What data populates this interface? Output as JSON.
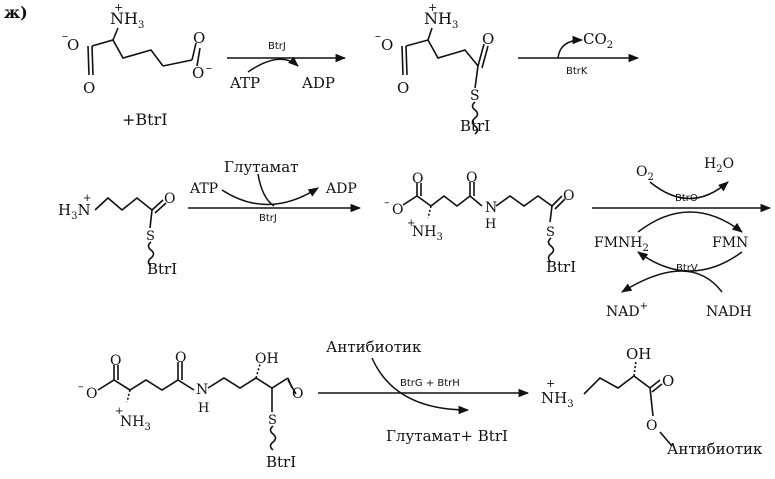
{
  "panel_label": "ж)",
  "row1": {
    "glutamate": {
      "nh3": "NH",
      "nh3_sub": "3",
      "plus": "+",
      "oxy_left": "O",
      "minus_left": "–",
      "o_left": "O",
      "o_right": "O",
      "oxy_right": "O",
      "minus_right": "–"
    },
    "plus_btri": "+BtrI",
    "arrow1": {
      "enzyme": "BtrJ",
      "cosub_in": "ATP",
      "cosub_out": "ADP"
    },
    "glutamyl_s_btri": {
      "nh3": "NH",
      "nh3_sub": "3",
      "plus": "+",
      "oxy_left": "O",
      "minus_left": "–",
      "o_left": "O",
      "o_right": "O",
      "s": "S",
      "btri": "BtrI"
    },
    "arrow2": {
      "enzyme": "BtrK",
      "out": "CO",
      "out_sub": "2"
    }
  },
  "row2": {
    "gaba_s_btri": {
      "h3n": "H",
      "h3n_sub": "3",
      "n": "N",
      "plus": "+",
      "o": "O",
      "s": "S",
      "btri": "BtrI"
    },
    "arrow3": {
      "top_in": "Глутамат",
      "cosub_in": "ATP",
      "cosub_out": "ADP",
      "enzyme": "BtrJ"
    },
    "glu_gaba_s_btri": {
      "oxy": "O",
      "minus": "–",
      "o_left": "O",
      "nh3": "NH",
      "nh3_sub": "3",
      "plus": "+",
      "o_mid": "O",
      "nh": "N",
      "h": "H",
      "o_right": "O",
      "s": "S",
      "btri": "BtrI"
    },
    "cycle": {
      "o2": "O",
      "o2_sub": "2",
      "h2o": "H",
      "h2o_sub": "2",
      "h2o_o": "O",
      "enzyme_top": "BtrO",
      "fmnh2": "FMNH",
      "fmnh2_sub": "2",
      "fmn": "FMN",
      "enzyme_bottom": "BtrV",
      "nad": "NAD",
      "nad_sup": "+",
      "nadh": "NADH"
    }
  },
  "row3": {
    "glu_ahba_s_btri": {
      "oxy": "O",
      "minus": "–",
      "o_left": "O",
      "nh3": "NH",
      "nh3_sub": "3",
      "plus": "+",
      "o_mid": "O",
      "nh": "N",
      "h": "H",
      "oh": "OH",
      "o_right": "O",
      "s": "S",
      "btri": "BtrI"
    },
    "arrow4": {
      "top_in": "Антибиотик",
      "enzyme": "BtrG + BtrH",
      "out": "Глутамат+ BtrI"
    },
    "product": {
      "nh3": "NH",
      "nh3_sub": "3",
      "plus": "+",
      "oh": "OH",
      "o": "O",
      "o_ester": "O",
      "antibiotic": "Антибиотик"
    }
  }
}
